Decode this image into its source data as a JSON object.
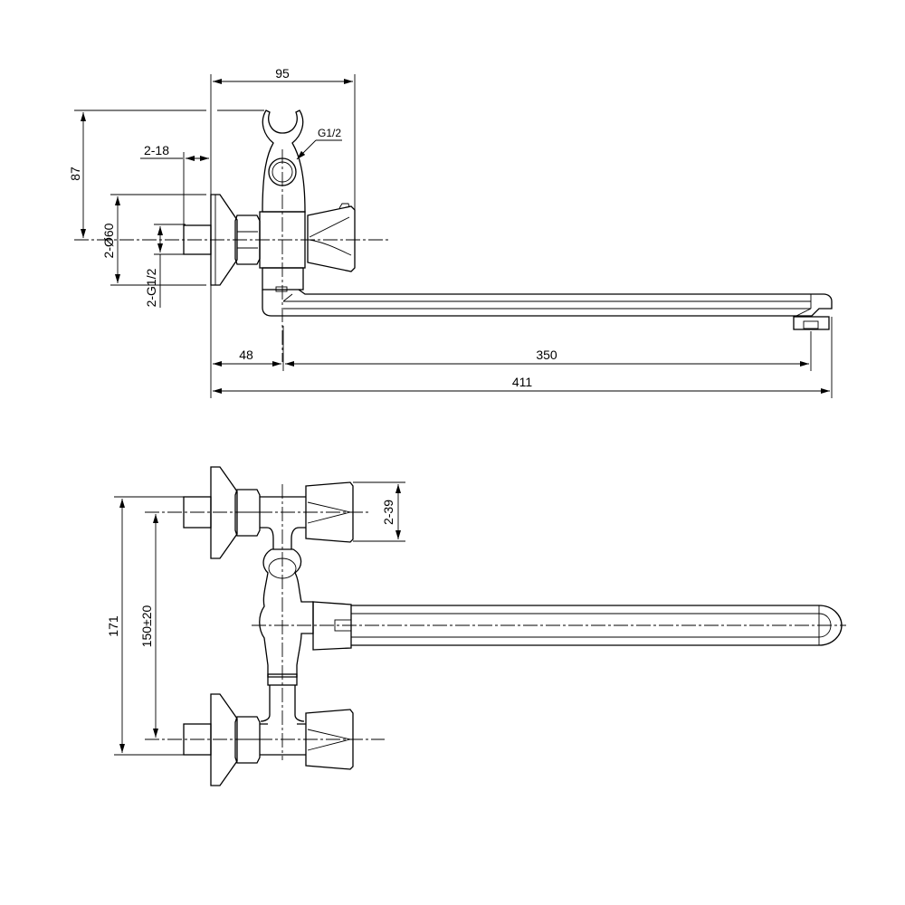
{
  "drawing": {
    "title": "Wall-mounted bath/shower mixer with long swivel spout – technical drawing",
    "views": [
      "side-view",
      "front-view"
    ]
  },
  "side_view": {
    "dimensions": {
      "overall_depth": "95",
      "height_to_holder": "87",
      "flange_to_inlet": "2-18",
      "flange_diameter": "2-Ø60",
      "inlet_thread": "2-G1/2",
      "shower_outlet_thread": "G1/2",
      "wall_to_spout_axis": "48",
      "spout_reach": "350",
      "overall_length": "411"
    }
  },
  "front_view": {
    "dimensions": {
      "overall_height": "171",
      "inlet_spacing": "150±20",
      "handle_width": "2-39"
    }
  }
}
